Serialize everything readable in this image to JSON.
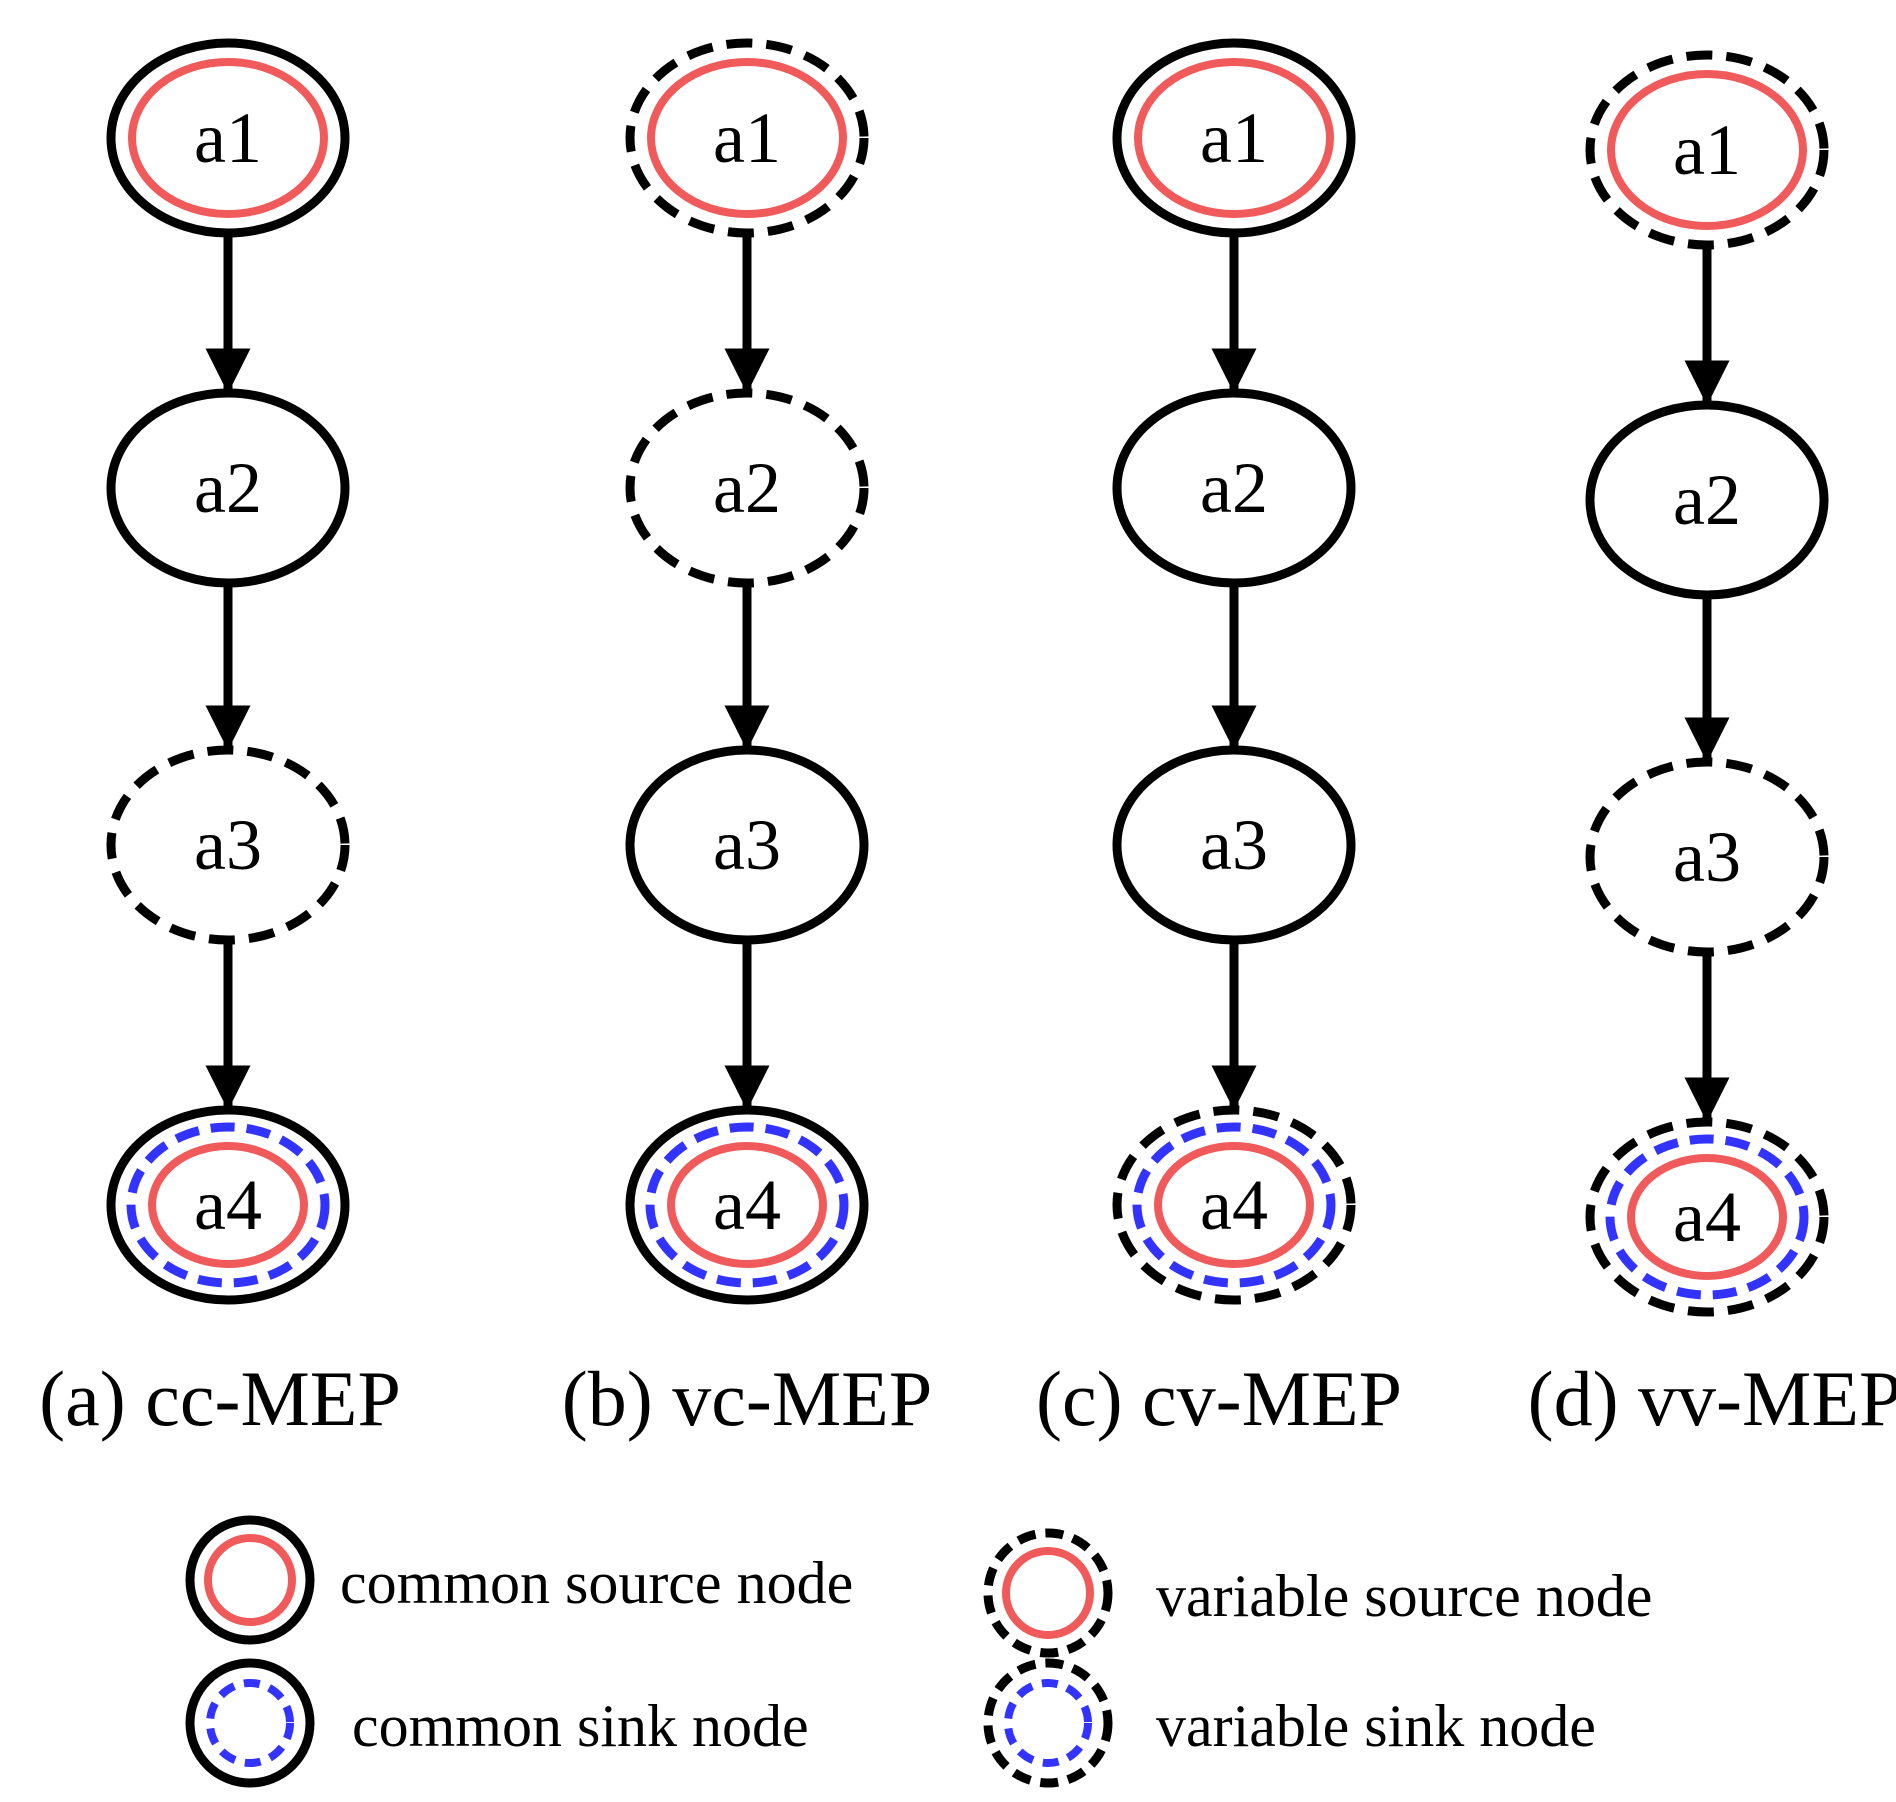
{
  "colors": {
    "stroke": "#000000",
    "source": "#f05a5a",
    "sink": "#3333ff"
  },
  "panels": [
    {
      "caption": "(a) cc-MEP",
      "nodes": [
        {
          "label": "a1",
          "border": "solid",
          "source": true,
          "sink": false
        },
        {
          "label": "a2",
          "border": "solid",
          "source": false,
          "sink": false
        },
        {
          "label": "a3",
          "border": "dashed",
          "source": false,
          "sink": false
        },
        {
          "label": "a4",
          "border": "solid",
          "source": true,
          "sink": true
        }
      ]
    },
    {
      "caption": "(b) vc-MEP",
      "nodes": [
        {
          "label": "a1",
          "border": "dashed",
          "source": true,
          "sink": false
        },
        {
          "label": "a2",
          "border": "dashed",
          "source": false,
          "sink": false
        },
        {
          "label": "a3",
          "border": "solid",
          "source": false,
          "sink": false
        },
        {
          "label": "a4",
          "border": "solid",
          "source": true,
          "sink": true
        }
      ]
    },
    {
      "caption": "(c) cv-MEP",
      "nodes": [
        {
          "label": "a1",
          "border": "solid",
          "source": true,
          "sink": false
        },
        {
          "label": "a2",
          "border": "solid",
          "source": false,
          "sink": false
        },
        {
          "label": "a3",
          "border": "solid",
          "source": false,
          "sink": false
        },
        {
          "label": "a4",
          "border": "dashed",
          "source": true,
          "sink": true
        }
      ]
    },
    {
      "caption": "(d) vv-MEP",
      "nodes": [
        {
          "label": "a1",
          "border": "dashed",
          "source": true,
          "sink": false
        },
        {
          "label": "a2",
          "border": "solid",
          "source": false,
          "sink": false
        },
        {
          "label": "a3",
          "border": "dashed",
          "source": false,
          "sink": false
        },
        {
          "label": "a4",
          "border": "dashed",
          "source": true,
          "sink": true
        }
      ]
    }
  ],
  "legend": [
    {
      "text": "common  source  node",
      "border": "solid",
      "marker": "source"
    },
    {
      "text": "variable  source  node",
      "border": "dashed",
      "marker": "source"
    },
    {
      "text": "common  sink  node",
      "border": "solid",
      "marker": "sink"
    },
    {
      "text": "variable  sink  node",
      "border": "dashed",
      "marker": "sink"
    }
  ]
}
